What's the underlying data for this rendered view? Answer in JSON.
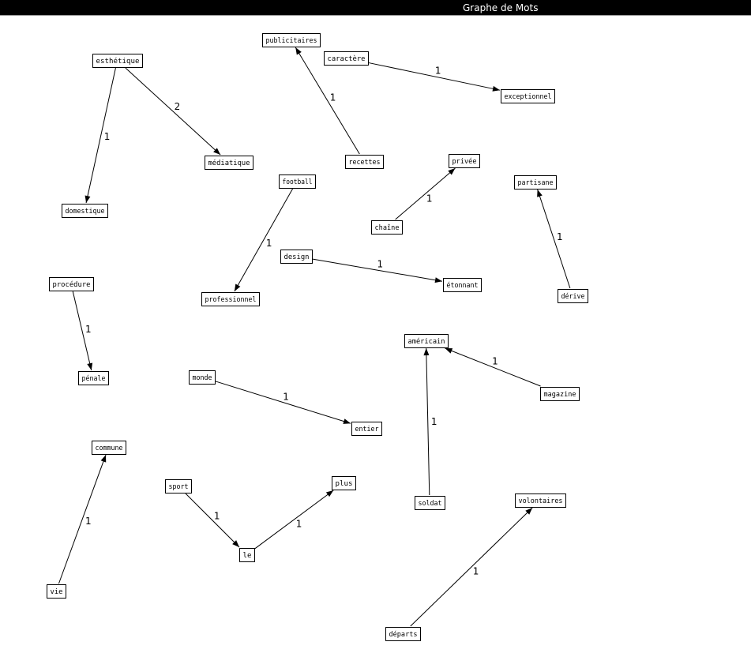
{
  "window": {
    "title": "Graphe de Mots"
  },
  "nodes": [
    {
      "id": "publicitaires",
      "label": "publicitaires"
    },
    {
      "id": "esthetique",
      "label": "esthétique"
    },
    {
      "id": "caractere",
      "label": "caractère"
    },
    {
      "id": "exceptionnel",
      "label": "exceptionnel"
    },
    {
      "id": "mediatique",
      "label": "médiatique"
    },
    {
      "id": "recettes",
      "label": "recettes"
    },
    {
      "id": "privee",
      "label": "privée"
    },
    {
      "id": "football",
      "label": "football"
    },
    {
      "id": "partisane",
      "label": "partisane"
    },
    {
      "id": "domestique",
      "label": "domestique"
    },
    {
      "id": "chaine",
      "label": "chaîne"
    },
    {
      "id": "design",
      "label": "design"
    },
    {
      "id": "procedure",
      "label": "procédure"
    },
    {
      "id": "etonnant",
      "label": "étonnant"
    },
    {
      "id": "derive",
      "label": "dérive"
    },
    {
      "id": "professionnel",
      "label": "professionnel"
    },
    {
      "id": "americain",
      "label": "américain"
    },
    {
      "id": "penale",
      "label": "pénale"
    },
    {
      "id": "monde",
      "label": "monde"
    },
    {
      "id": "magazine",
      "label": "magazine"
    },
    {
      "id": "entier",
      "label": "entier"
    },
    {
      "id": "commune",
      "label": "commune"
    },
    {
      "id": "plus",
      "label": "plus"
    },
    {
      "id": "sport",
      "label": "sport"
    },
    {
      "id": "soldat",
      "label": "soldat"
    },
    {
      "id": "volontaires",
      "label": "volontaires"
    },
    {
      "id": "le",
      "label": "le"
    },
    {
      "id": "vie",
      "label": "vie"
    },
    {
      "id": "departs",
      "label": "départs"
    }
  ],
  "edges": [
    {
      "from": "esthetique",
      "to": "mediatique",
      "weight": "2"
    },
    {
      "from": "esthetique",
      "to": "domestique",
      "weight": "1"
    },
    {
      "from": "recettes",
      "to": "publicitaires",
      "weight": "1"
    },
    {
      "from": "caractere",
      "to": "exceptionnel",
      "weight": "1"
    },
    {
      "from": "chaine",
      "to": "privee",
      "weight": "1"
    },
    {
      "from": "derive",
      "to": "partisane",
      "weight": "1"
    },
    {
      "from": "football",
      "to": "professionnel",
      "weight": "1"
    },
    {
      "from": "design",
      "to": "etonnant",
      "weight": "1"
    },
    {
      "from": "procedure",
      "to": "penale",
      "weight": "1"
    },
    {
      "from": "magazine",
      "to": "americain",
      "weight": "1"
    },
    {
      "from": "soldat",
      "to": "americain",
      "weight": "1"
    },
    {
      "from": "monde",
      "to": "entier",
      "weight": "1"
    },
    {
      "from": "vie",
      "to": "commune",
      "weight": "1"
    },
    {
      "from": "sport",
      "to": "le",
      "weight": "1"
    },
    {
      "from": "le",
      "to": "plus",
      "weight": "1"
    },
    {
      "from": "departs",
      "to": "volontaires",
      "weight": "1"
    }
  ]
}
